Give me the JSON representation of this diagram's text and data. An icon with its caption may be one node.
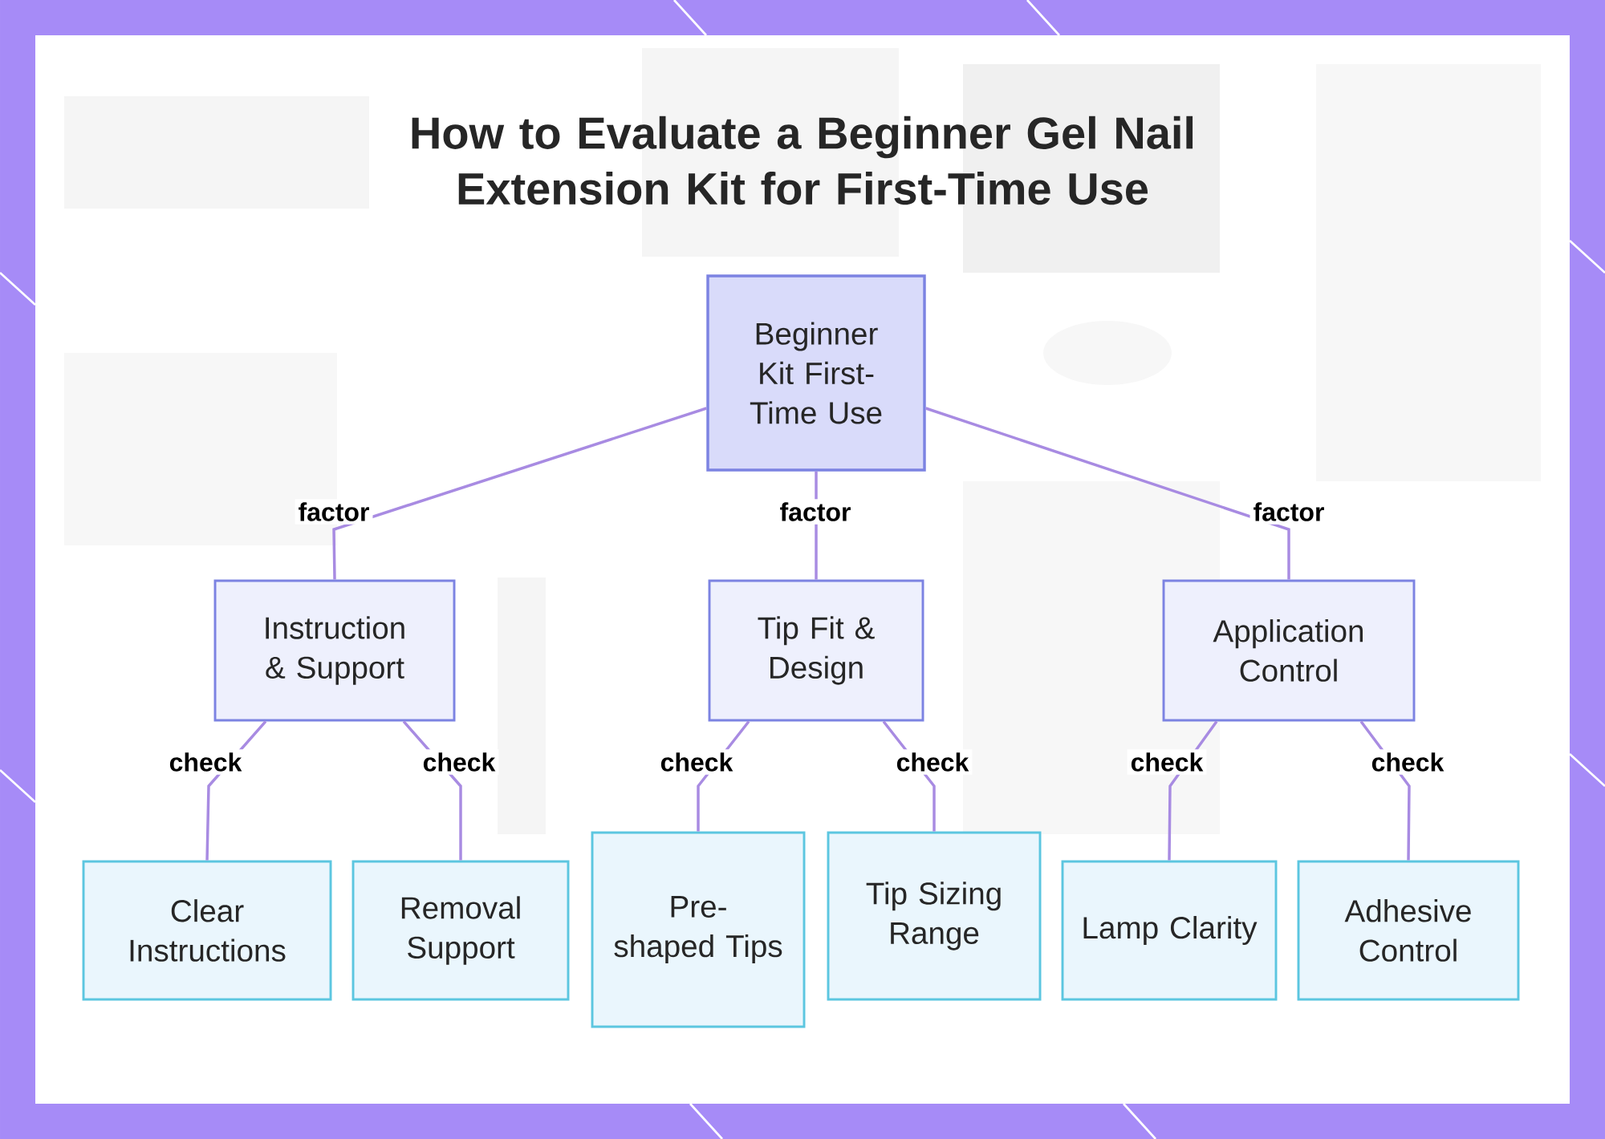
{
  "diagram": {
    "title": "How to Evaluate a Beginner Gel Nail Extension Kit for First-Time Use",
    "nodes": [
      {
        "text": [
          "Beginner Kit First-Time Use"
        ]
      },
      {
        "text": [
          "Instruction & Support"
        ]
      },
      {
        "text": [
          "Tip Fit & Design"
        ]
      },
      {
        "text": [
          "Application Control"
        ]
      },
      {
        "text": [
          "Clear Instructions"
        ]
      },
      {
        "text": [
          "Removal Support"
        ]
      },
      {
        "text": [
          "Pre-shaped Tips"
        ]
      },
      {
        "text": [
          "Tip Sizing Range"
        ]
      },
      {
        "text": [
          "Lamp Clarity"
        ]
      },
      {
        "text": [
          "Adhesive Control"
        ]
      }
    ],
    "edges": [
      {
        "from": 0,
        "to": 1,
        "arrow": "none",
        "label": "factor"
      },
      {
        "from": 0,
        "to": 2,
        "arrow": "none",
        "label": "factor"
      },
      {
        "from": 0,
        "to": 3,
        "arrow": "none",
        "label": "factor"
      },
      {
        "from": 1,
        "to": 4,
        "arrow": "none",
        "label": "check"
      },
      {
        "from": 1,
        "to": 5,
        "arrow": "none",
        "label": "check"
      },
      {
        "from": 2,
        "to": 6,
        "arrow": "none",
        "label": "check"
      },
      {
        "from": 2,
        "to": 7,
        "arrow": "none",
        "label": "check"
      },
      {
        "from": 3,
        "to": 8,
        "arrow": "none",
        "label": "check"
      },
      {
        "from": 3,
        "to": 9,
        "arrow": "none",
        "label": "check"
      }
    ]
  }
}
